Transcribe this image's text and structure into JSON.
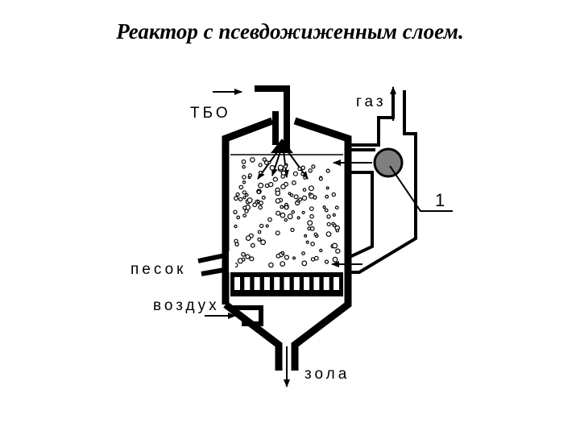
{
  "title": "Реактор с псевдожиженным слоем.",
  "labels": {
    "tbo": "ТБО",
    "gas": "газ",
    "sand": "песок",
    "air": "воздух",
    "ash": "зола",
    "callout": "1"
  },
  "colors": {
    "line": "#000000",
    "cyclone": "#7f7f7f",
    "background": "#ffffff"
  }
}
